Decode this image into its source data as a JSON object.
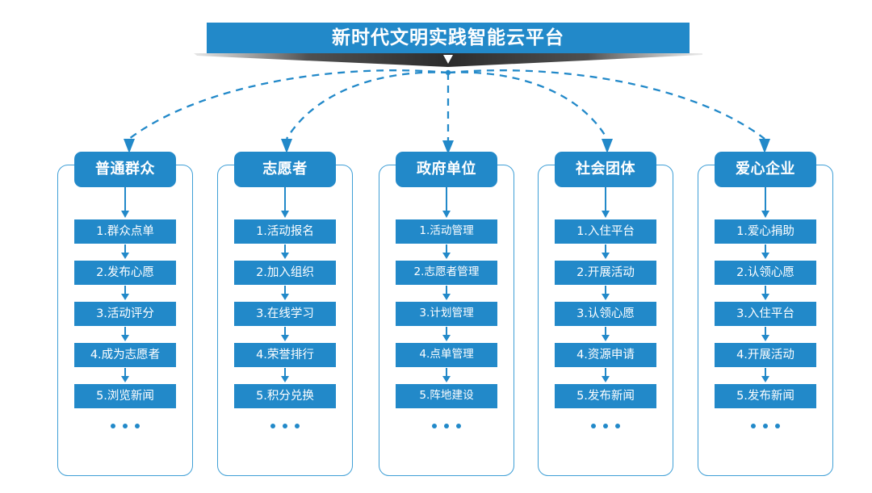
{
  "title": {
    "text": "新时代文明实践智能云平台"
  },
  "colors": {
    "primary_blue": "#2289c9",
    "frame_blue": "#3f9fd6",
    "ribbon_dark": "#333333",
    "background": "#ffffff",
    "text_on_blue": "#ffffff"
  },
  "ellipsis_glyph": "•••",
  "columns": [
    {
      "header": "普通群众",
      "items": [
        "1.群众点单",
        "2.发布心愿",
        "3.活动评分",
        "4.成为志愿者",
        "5.浏览新闻"
      ]
    },
    {
      "header": "志愿者",
      "items": [
        "1.活动报名",
        "2.加入组织",
        "3.在线学习",
        "4.荣誉排行",
        "5.积分兑换"
      ]
    },
    {
      "header": "政府单位",
      "items": [
        "1.活动管理",
        "2.志愿者管理",
        "3.计划管理",
        "4.点单管理",
        "5.阵地建设"
      ]
    },
    {
      "header": "社会团体",
      "items": [
        "1.入住平台",
        "2.开展活动",
        "3.认领心愿",
        "4.资源申请",
        "5.发布新闻"
      ]
    },
    {
      "header": "爱心企业",
      "items": [
        "1.爱心捐助",
        "2.认领心愿",
        "3.入住平台",
        "4.开展活动",
        "5.发布新闻"
      ]
    }
  ]
}
